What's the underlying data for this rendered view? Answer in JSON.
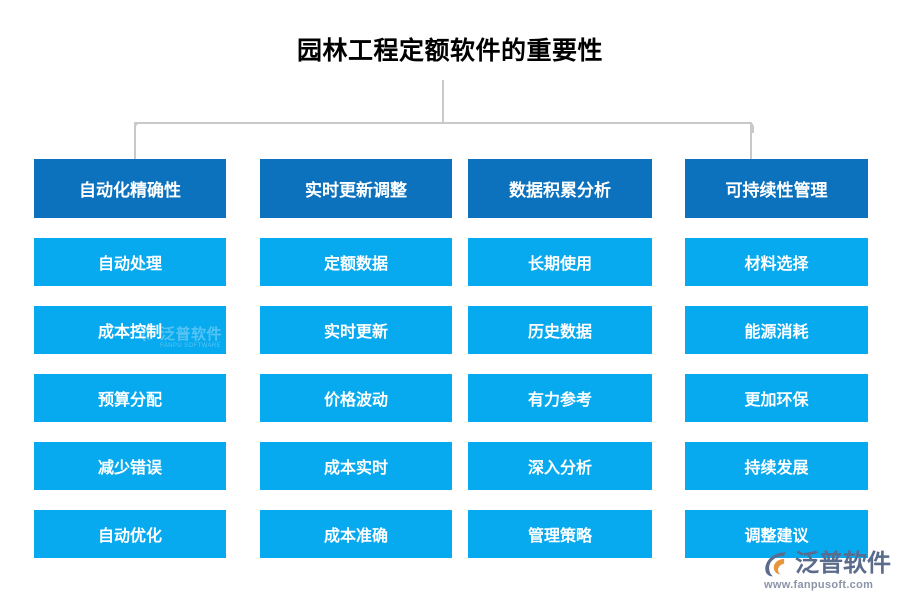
{
  "title": "园林工程定额软件的重要性",
  "connector": {
    "line_color": "#c9c9c9"
  },
  "theme": {
    "header_color": "#0c72bd",
    "item_color": "#07a9ef",
    "title_color": "#000000",
    "background": "#ffffff",
    "text_color": "#ffffff"
  },
  "columns": [
    {
      "header": "自动化精确性",
      "items": [
        "自动处理",
        "成本控制",
        "预算分配",
        "减少错误",
        "自动优化"
      ]
    },
    {
      "header": "实时更新调整",
      "items": [
        "定额数据",
        "实时更新",
        "价格波动",
        "成本实时",
        "成本准确"
      ]
    },
    {
      "header": "数据积累分析",
      "items": [
        "长期使用",
        "历史数据",
        "有力参考",
        "深入分析",
        "管理策略"
      ]
    },
    {
      "header": "可持续性管理",
      "items": [
        "材料选择",
        "能源消耗",
        "更加环保",
        "持续发展",
        "调整建议"
      ]
    }
  ],
  "watermark": {
    "name": "泛普软件",
    "url": "FANPU SOFTWARE"
  },
  "logo": {
    "name": "泛普软件",
    "url": "www.fanpusoft.com",
    "mark_color": "#5a6b8c",
    "accent_color": "#e8963c"
  }
}
